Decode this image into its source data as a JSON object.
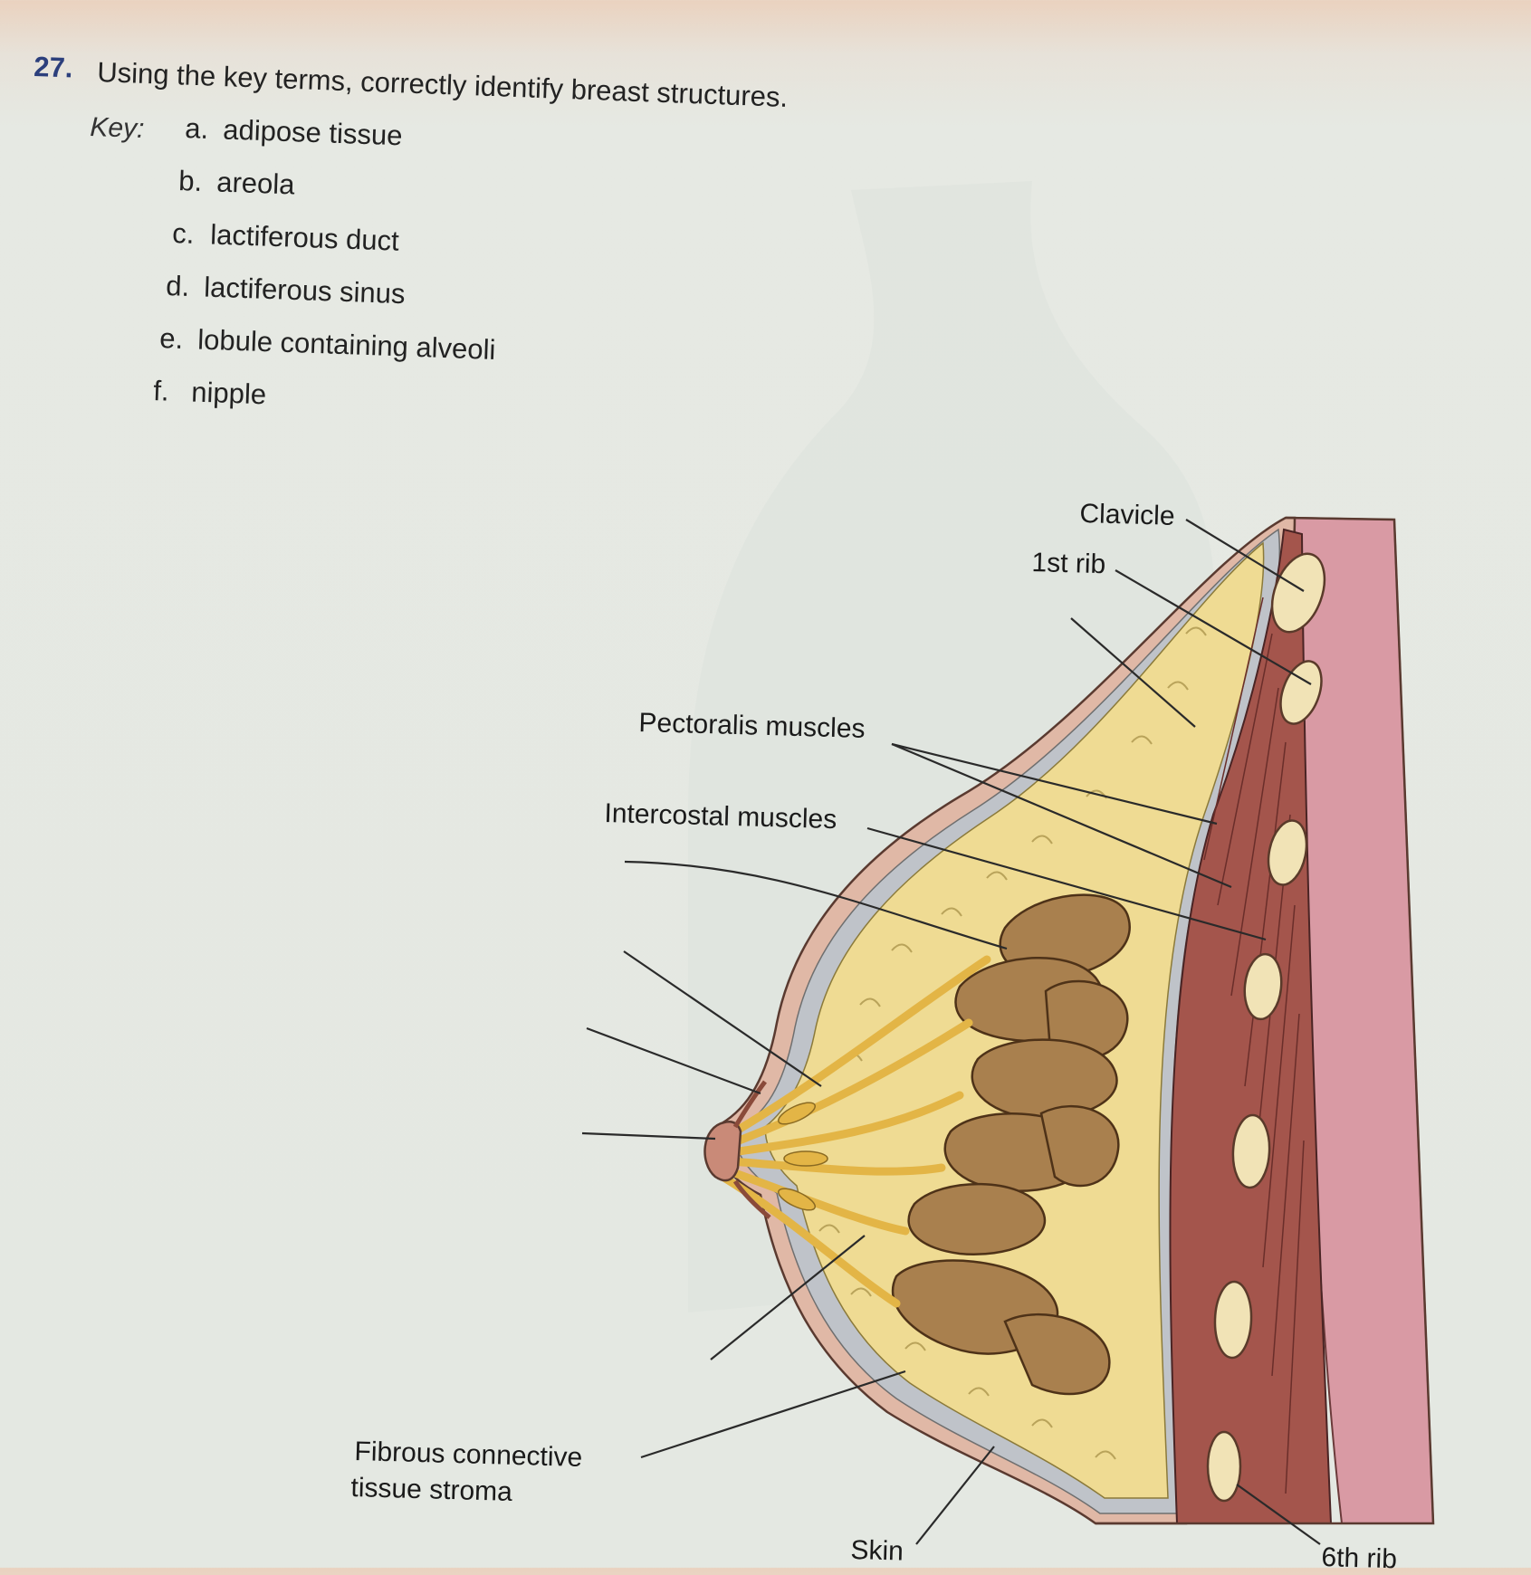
{
  "question": {
    "number": "27.",
    "prompt": "Using the key terms, correctly identify breast structures."
  },
  "key": {
    "label": "Key:",
    "items": [
      {
        "letter": "a.",
        "term": "adipose tissue"
      },
      {
        "letter": "b.",
        "term": "areola"
      },
      {
        "letter": "c.",
        "term": "lactiferous duct"
      },
      {
        "letter": "d.",
        "term": "lactiferous sinus"
      },
      {
        "letter": "e.",
        "term": "lobule containing alveoli"
      },
      {
        "letter": "f.",
        "term": "nipple"
      }
    ]
  },
  "diagram": {
    "labels": {
      "clavicle": "Clavicle",
      "first_rib": "1st rib",
      "pectoralis": "Pectoralis muscles",
      "intercostal": "Intercostal muscles",
      "stroma_line1": "Fibrous connective",
      "stroma_line2": "tissue stroma",
      "skin": "Skin",
      "sixth_rib": "6th rib"
    },
    "blank_leader_lines": 6,
    "colors": {
      "adipose": "#efdb93",
      "lobule": "#a9804e",
      "duct": "#e3b546",
      "muscle": "#a4554c",
      "chest_wall": "#d99aa4",
      "skin": "#e0b8a6",
      "stroma": "#bfc3c9",
      "rib": "#f1e3b6"
    }
  }
}
